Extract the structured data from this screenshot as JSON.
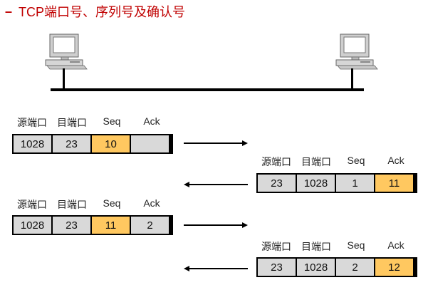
{
  "title": "TCP端口号、序列号及确认号",
  "title_dash": "–",
  "headers": {
    "src_port": "源端口",
    "dst_port": "目端口",
    "seq": "Seq",
    "ack": "Ack"
  },
  "colors": {
    "title": "#c00000",
    "highlight": "#ffc860",
    "cell": "#d9d9d9"
  },
  "segments": [
    {
      "direction": "right",
      "src": "1028",
      "dst": "23",
      "seq": "10",
      "ack": "",
      "highlight": "seq"
    },
    {
      "direction": "left",
      "src": "23",
      "dst": "1028",
      "seq": "1",
      "ack": "11",
      "highlight": "ack"
    },
    {
      "direction": "right",
      "src": "1028",
      "dst": "23",
      "seq": "11",
      "ack": "2",
      "highlight": "seq"
    },
    {
      "direction": "left",
      "src": "23",
      "dst": "1028",
      "seq": "2",
      "ack": "12",
      "highlight": "ack"
    }
  ]
}
